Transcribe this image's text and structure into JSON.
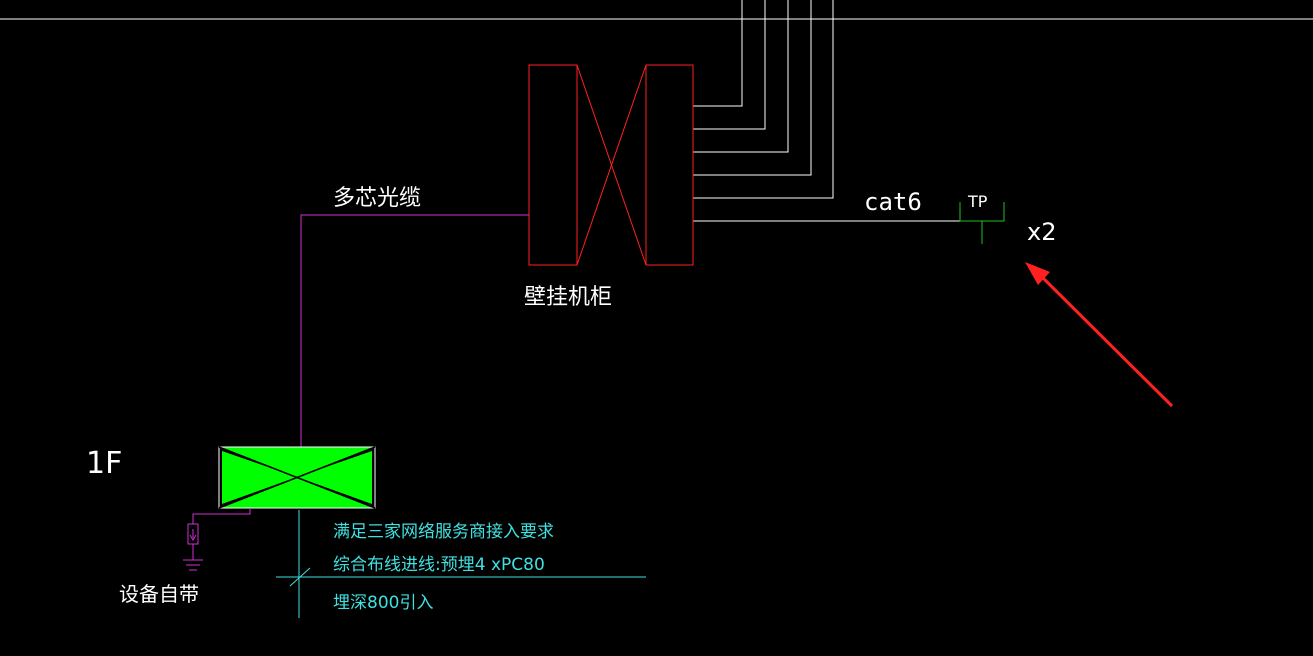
{
  "colors": {
    "background": "#000000",
    "white": "#ffffff",
    "red": "#ff2020",
    "magenta": "#d030d0",
    "green": "#00ff00",
    "green_line": "#20c020",
    "cyan": "#40e0e0",
    "arrow": "#ff2020"
  },
  "labels": {
    "fiber_cable": "多芯光缆",
    "wall_cabinet": "壁挂机柜",
    "cable_type": "cat6",
    "outlet_tp": "TP",
    "multiplier": "x2",
    "floor": "1F",
    "device_own": "设备自带",
    "note1": "满足三家网络服务商接入要求",
    "note2": "综合布线进线:预埋4 xPC80",
    "note3": "埋深800引入"
  }
}
